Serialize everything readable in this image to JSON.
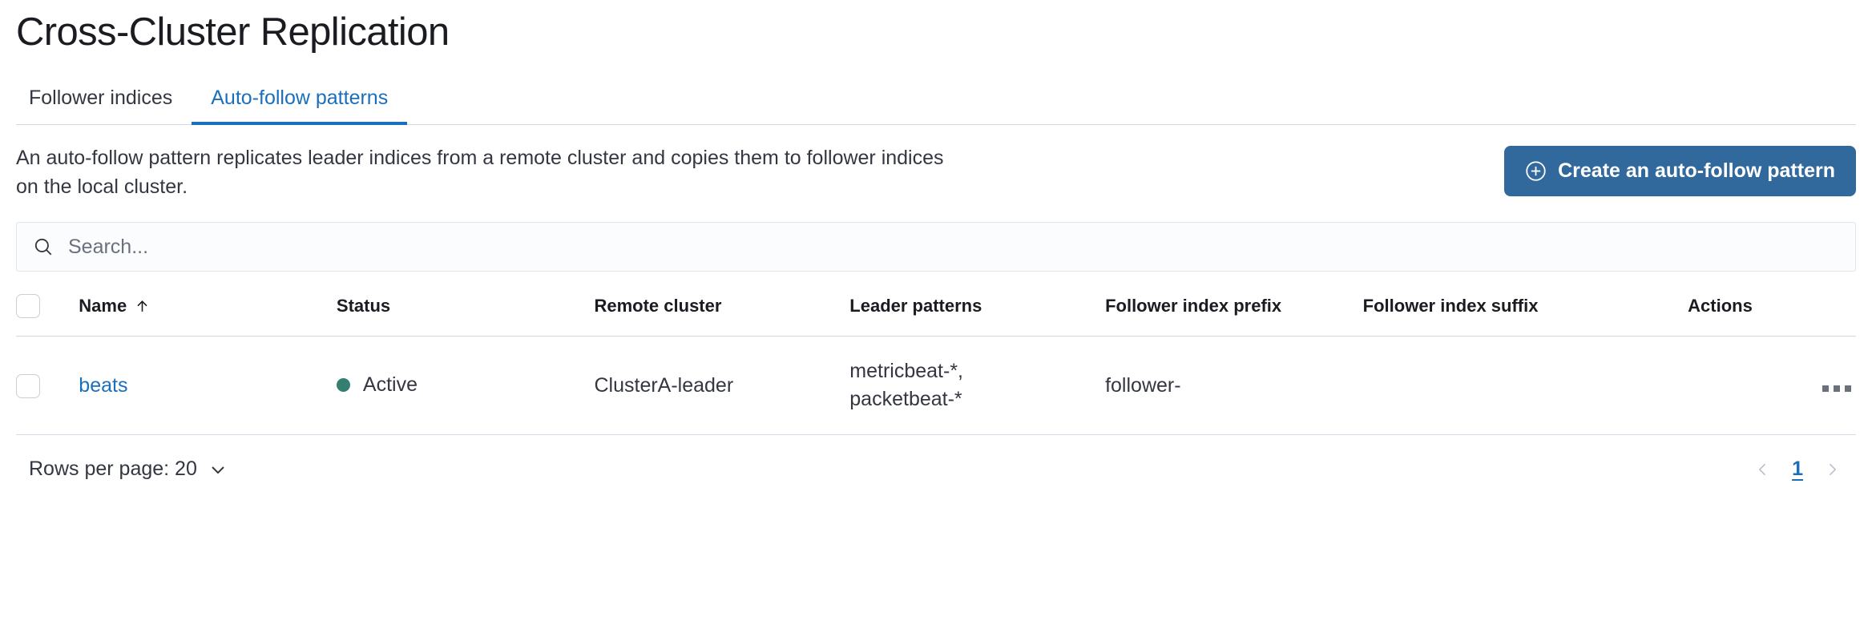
{
  "page": {
    "title": "Cross-Cluster Replication"
  },
  "tabs": [
    {
      "label": "Follower indices",
      "active": false
    },
    {
      "label": "Auto-follow patterns",
      "active": true
    }
  ],
  "intro": {
    "description": "An auto-follow pattern replicates leader indices from a remote cluster and copies them to follower indices on the local cluster.",
    "create_button_label": "Create an auto-follow pattern",
    "create_button_icon": "plus-in-circle-icon",
    "create_button_color": "#31699c"
  },
  "search": {
    "placeholder": "Search...",
    "value": "",
    "icon": "search-icon"
  },
  "table": {
    "columns": [
      {
        "key": "name",
        "label": "Name",
        "sort": "ascending",
        "sort_icon": "arrow-up-icon"
      },
      {
        "key": "status",
        "label": "Status"
      },
      {
        "key": "remote_cluster",
        "label": "Remote cluster"
      },
      {
        "key": "leader_patterns",
        "label": "Leader patterns"
      },
      {
        "key": "follower_index_prefix",
        "label": "Follower index prefix"
      },
      {
        "key": "follower_index_suffix",
        "label": "Follower index suffix"
      },
      {
        "key": "actions",
        "label": "Actions"
      }
    ],
    "rows": [
      {
        "name": "beats",
        "status": "Active",
        "status_color": "#357f70",
        "remote_cluster": "ClusterA-leader",
        "leader_patterns": "metricbeat-*,\npacketbeat-*",
        "follower_index_prefix": "follower-",
        "follower_index_suffix": "",
        "actions_icon": "more-actions-icon"
      }
    ]
  },
  "footer": {
    "rows_per_page_label": "Rows per page: 20",
    "rows_per_page_icon": "chevron-down-icon",
    "prev_page_icon": "chevron-left-icon",
    "next_page_icon": "chevron-right-icon",
    "current_page": "1"
  },
  "colors": {
    "accent_blue": "#1a6fbd",
    "border": "#d3dae6",
    "text": "#343741",
    "success_green": "#357f70"
  }
}
